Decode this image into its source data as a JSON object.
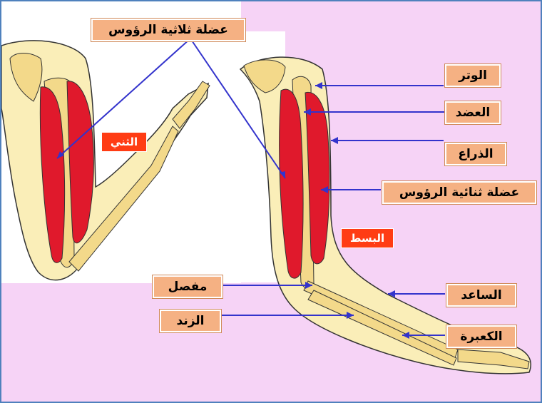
{
  "labels": {
    "triceps_top": "عضلة ثلاثية الرؤوس",
    "tendon": "الوتر",
    "humerus": "العضد",
    "arm": "الذراع",
    "biceps": "عضلة ثنائية الرؤوس",
    "joint": "مفصل",
    "forearm": "الساعد",
    "ulna": "الزند",
    "radius": "الكعبرة"
  },
  "states": {
    "flexion": "الثني",
    "extension": "البسط"
  },
  "colors": {
    "background": "#f6d3f6",
    "label_fill": "#f5b183",
    "state_tag": "#ff3c14",
    "arrow": "#3333cc",
    "muscle": "#e0192c",
    "skin": "#faeeb8",
    "bone": "#f3d98a"
  }
}
